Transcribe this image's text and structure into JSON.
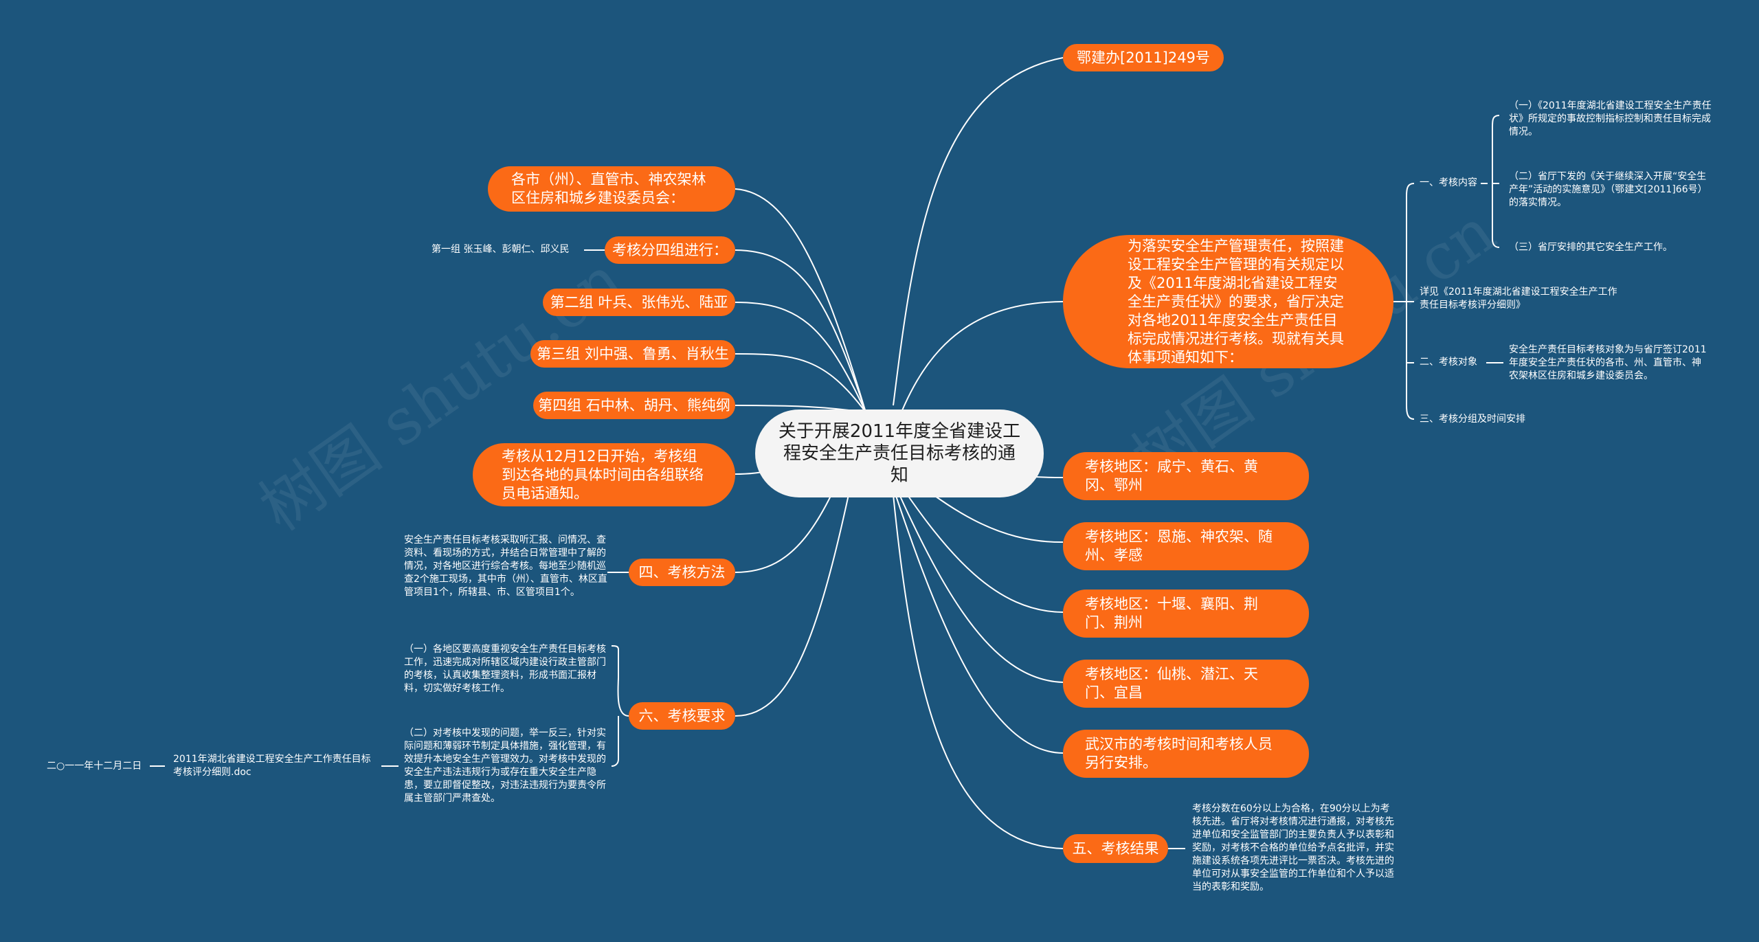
{
  "watermark": "树图 shutu.cn",
  "center": "关于开展2011年度全省建设工程安全生产责任目标考核的通知",
  "right": {
    "doc_no": "鄂建办[2011]249号",
    "intro": "为落实安全生产管理责任，按照建设工程安全生产管理的有关规定以及《2011年度湖北省建设工程安全生产责任状》的要求，省厅决定对各地2011年度安全生产责任目标完成情况进行考核。现就有关具体事项通知如下：",
    "intro_items": {
      "content_label": "一、考核内容",
      "content_1": "（一）《2011年度湖北省建设工程安全生产责任状》所规定的事故控制指标控制和责任目标完成情况。",
      "content_2": "（二）省厅下发的《关于继续深入开展“安全生产年”活动的实施意见》（鄂建文[2011]66号）的落实情况。",
      "content_3": "（三）省厅安排的其它安全生产工作。",
      "detail_ref": "详见《2011年度湖北省建设工程安全生产工作责任目标考核评分细则》",
      "object_label": "二、考核对象",
      "object_text": "安全生产责任目标考核对象为与省厅签订2011年度安全生产责任状的各市、州、直管市、神农架林区住房和城乡建设委员会。",
      "group_label": "三、考核分组及时间安排"
    },
    "region_1": "考核地区：咸宁、黄石、黄冈、鄂州",
    "region_2": "考核地区：恩施、神农架、随州、孝感",
    "region_3": "考核地区：十堰、襄阳、荆门、荆州",
    "region_4": "考核地区：仙桃、潜江、天门、宜昌",
    "wuhan": "武汉市的考核时间和考核人员另行安排。",
    "result_label": "五、考核结果",
    "result_text": "考核分数在60分以上为合格，在90分以上为考核先进。省厅将对考核情况进行通报，对考核先进单位和安全监管部门的主要负责人予以表彰和奖励，对考核不合格的单位给予点名批评，并实施建设系统各项先进评比一票否决。考核先进的单位可对从事安全监管的工作单位和个人予以适当的表彰和奖励。"
  },
  "left": {
    "recipients": "各市（州）、直管市、神农架林区住房和城乡建设委员会：",
    "groups_label": "考核分四组进行：",
    "group_1": "第一组  张玉峰、彭朝仁、邱义民",
    "group_2": "第二组  叶兵、张伟光、陆亚",
    "group_3": "第三组  刘中强、鲁勇、肖秋生",
    "group_4": "第四组  石中林、胡丹、熊纯纲",
    "start": "考核从12月12日开始，考核组到达各地的具体时间由各组联络员电话通知。",
    "method_label": "四、考核方法",
    "method_text": "安全生产责任目标考核采取听汇报、问情况、查资料、看现场的方式，并结合日常管理中了解的情况，对各地区进行综合考核。每地至少随机巡查2个施工现场，其中市（州）、直管市、林区直管项目1个，所辖县、市、区管项目1个。",
    "req_label": "六、考核要求",
    "req_1": "（一）各地区要高度重视安全生产责任目标考核工作，迅速完成对所辖区域内建设行政主管部门的考核，认真收集整理资料，形成书面汇报材料，切实做好考核工作。",
    "req_2": "（二）对考核中发现的问题，举一反三，针对实际问题和薄弱环节制定具体措施，强化管理，有效提升本地安全生产管理效力。对考核中发现的安全生产违法违规行为或存在重大安全生产隐患，要立即督促整改，对违法违规行为要责令所属主管部门严肃查处。",
    "attachment": "2011年湖北省建设工程安全生产工作责任目标考核评分细则.doc",
    "date": "二○一一年十二月二日"
  },
  "colors": {
    "background": "#1c557c",
    "node": "#fb6a16",
    "center": "#f4f4f4",
    "line": "#ffffff"
  }
}
